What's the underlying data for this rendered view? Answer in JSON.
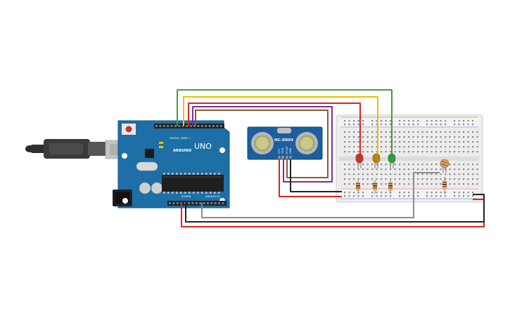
{
  "diagram": {
    "board": {
      "brand_label": "ARDUINO",
      "model_label": "UNO",
      "digital_header_label": "DIGITAL (PWM~)",
      "power_label": "POWER",
      "analog_label": "ANALOG IN",
      "color": "#1d6fa5"
    },
    "sensor": {
      "label": "HC-SR04",
      "pin_labels": [
        "VCC",
        "TRIG",
        "ECHO",
        "GND"
      ],
      "color": "#1b5f9e"
    },
    "breadboard": {
      "color": "#ebebeb"
    },
    "leds": [
      {
        "color": "red",
        "hex": "#c0392b"
      },
      {
        "color": "yellow",
        "hex": "#b8860b"
      },
      {
        "color": "green",
        "hex": "#2e9e3f"
      }
    ],
    "wires": [
      {
        "color": "green",
        "hex": "#3aa13a"
      },
      {
        "color": "yellow",
        "hex": "#e6c200"
      },
      {
        "color": "red",
        "hex": "#d9261c"
      },
      {
        "color": "brown",
        "hex": "#8b5a2b"
      },
      {
        "color": "purple",
        "hex": "#7b2d9e"
      },
      {
        "color": "black",
        "hex": "#222222"
      },
      {
        "color": "gray",
        "hex": "#8c8c8c"
      }
    ]
  }
}
